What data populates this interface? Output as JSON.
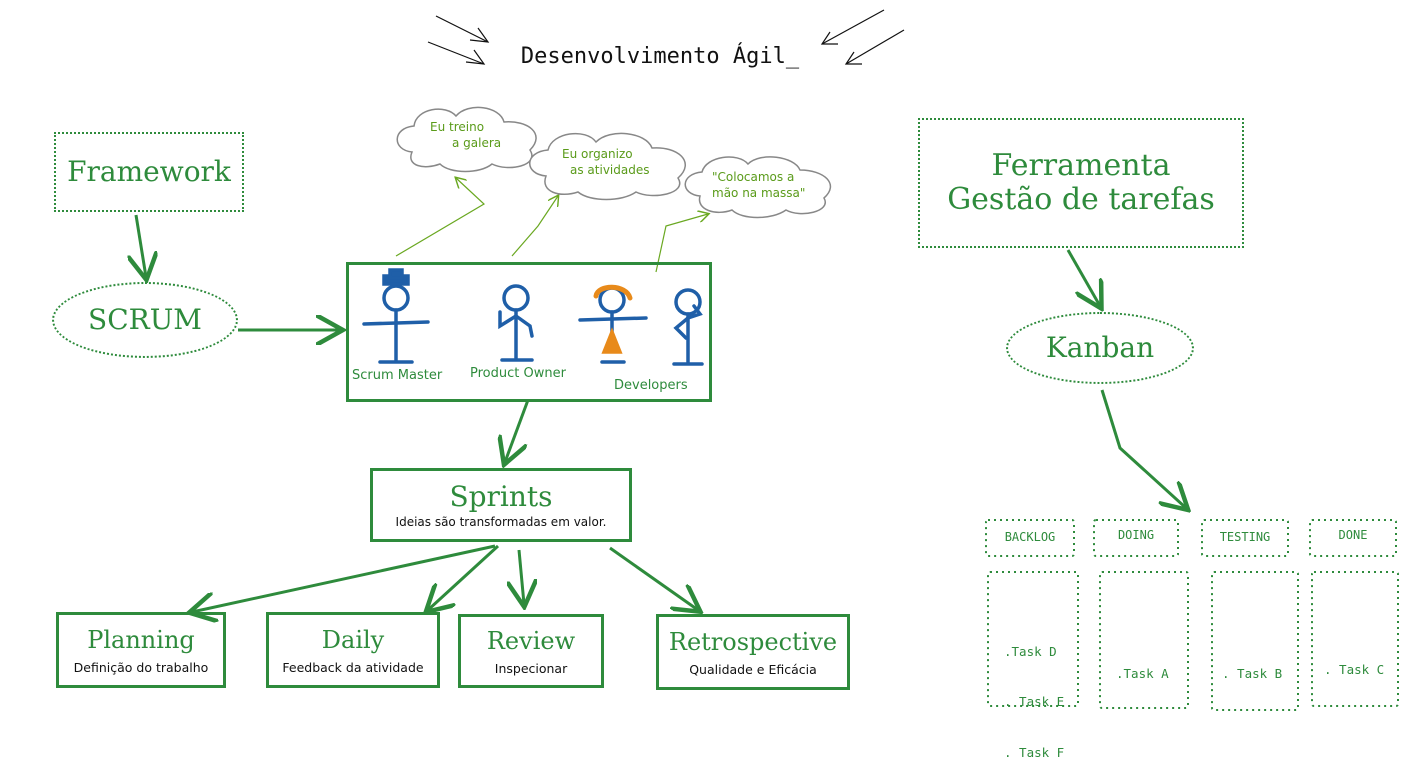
{
  "title": "Desenvolvimento Ágil_",
  "framework": "Framework",
  "scrum": "SCRUM",
  "roles": {
    "scrum_master": "Scrum Master",
    "product_owner": "Product Owner",
    "developers": "Developers"
  },
  "clouds": {
    "c1": [
      "Eu treino",
      "a galera"
    ],
    "c2": [
      "Eu organizo",
      "as atividades"
    ],
    "c3": [
      "\"Colocamos a",
      "mão na massa\""
    ]
  },
  "sprints": {
    "title": "Sprints",
    "subtitle": "Ideias são transformadas em valor."
  },
  "events": [
    {
      "title": "Planning",
      "subtitle": "Definição do trabalho"
    },
    {
      "title": "Daily",
      "subtitle": "Feedback da atividade"
    },
    {
      "title": "Review",
      "subtitle": "Inspecionar"
    },
    {
      "title": "Retrospective",
      "subtitle": "Qualidade e Eficácia"
    }
  ],
  "tool": {
    "line1": "Ferramenta",
    "line2": "Gestão de tarefas"
  },
  "kanban": "Kanban",
  "board": {
    "columns": [
      "BACKLOG",
      "DOING",
      "TESTING",
      "DONE"
    ],
    "tasks": [
      [
        ".Task D",
        ". Task E",
        ". Task F"
      ],
      [
        ".Task A"
      ],
      [
        ". Task B"
      ],
      [
        ". Task C"
      ]
    ]
  },
  "colors": {
    "green": "#2e8b3c",
    "blue": "#1f5fa8",
    "orange": "#e88a1a",
    "cloud_text": "#5a9b1a"
  }
}
